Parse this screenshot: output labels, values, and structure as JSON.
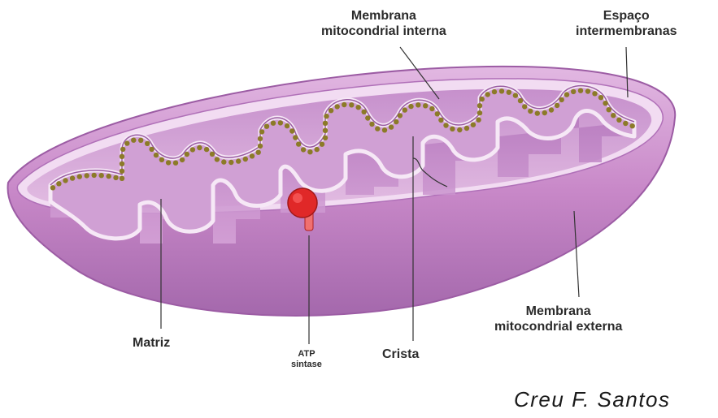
{
  "diagram": {
    "labels": {
      "membrana_interna": [
        "Membrana",
        "mitocondrial interna"
      ],
      "espaco": [
        "Espaço",
        "intermembranas"
      ],
      "membrana_externa": [
        "Membrana",
        "mitocondrial externa"
      ],
      "matriz": "Matriz",
      "atp": [
        "ATP",
        "sintase"
      ],
      "crista": "Crista"
    },
    "credit": "Creu F. Santos"
  },
  "colors": {
    "outer_membrane": "#c888c8",
    "outer_membrane_dark": "#a060a8",
    "interior": "#d8a8d8",
    "inner_membrane": "#b078b8",
    "membrane_highlight": "#f4e4f4",
    "particles": "#8c7a28",
    "atp_synthase": "#e02828",
    "leader_line": "#333333"
  },
  "icons": {
    "atp_synthase": "atp-synthase-icon"
  }
}
